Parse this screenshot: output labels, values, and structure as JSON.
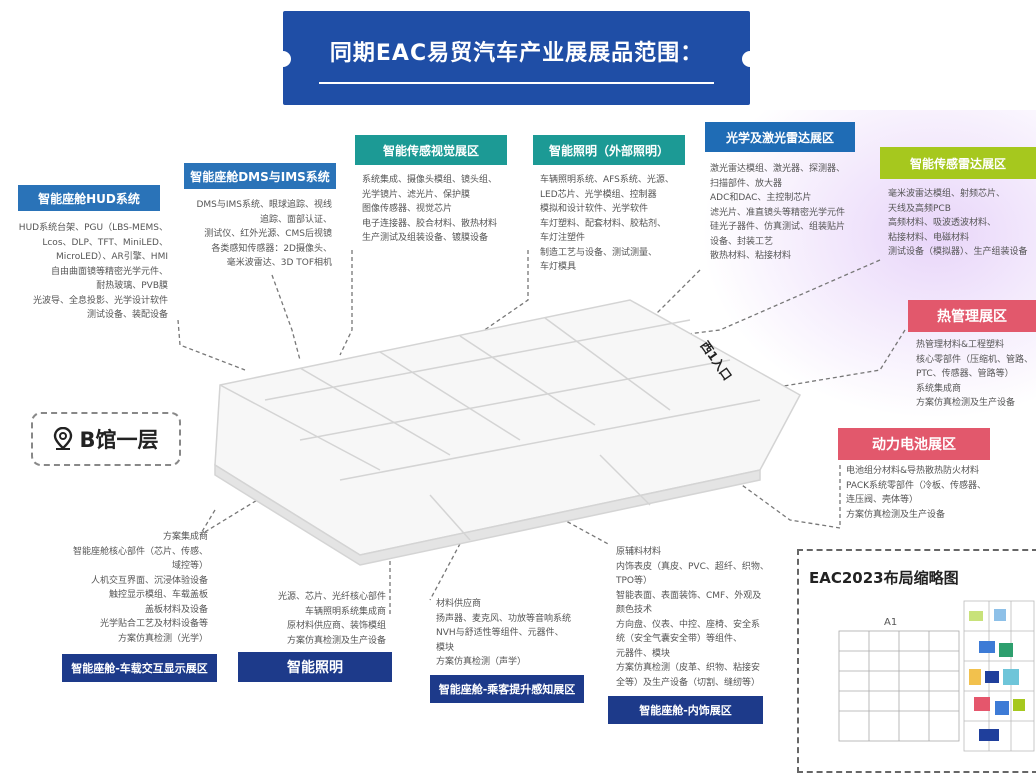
{
  "title": "同期EAC易贸汽车产业展展品范围：",
  "hall": "B馆一层",
  "entrance": "西1入口",
  "mini_map": {
    "title": "EAC2023布局缩略图",
    "hall_label": "A1"
  },
  "sections": [
    {
      "name": "hud",
      "label": "智能座舱HUD系统",
      "color": "#2a73b8",
      "items": [
        "HUD系统台架、PGU（LBS-MEMS、",
        "Lcos、DLP、TFT、MiniLED、",
        "MicroLED）、AR引擎、HMI",
        "自由曲面镜等精密光学元件、",
        "耐热玻璃、PVB膜",
        "光波导、全息投影、光学设计软件",
        "测试设备、装配设备"
      ]
    },
    {
      "name": "dms",
      "label": "智能座舱DMS与IMS系统",
      "color": "#2a73b8",
      "items": [
        "DMS与IMS系统、眼球追踪、视线",
        "追踪、面部认证、",
        "测试仪、红外光源、CMS后视镜",
        "各类感知传感器：2D摄像头、",
        "毫米波雷达、3D TOF相机"
      ]
    },
    {
      "name": "vision",
      "label": "智能传感视觉展区",
      "color": "#1c9a95",
      "items": [
        "系统集成、摄像头模组、镜头组、",
        "光学镜片、滤光片、保护膜",
        "图像传感器、视觉芯片",
        "电子连接器、胶合材料、散热材料",
        "生产测试及组装设备、镀膜设备"
      ]
    },
    {
      "name": "lighting_ext",
      "label": "智能照明（外部照明）",
      "color": "#1c9a95",
      "items": [
        "车辆照明系统、AFS系统、光源、",
        "LED芯片、光学模组、控制器",
        "模拟和设计软件、光学软件",
        "车灯塑料、配套材料、胶粘剂、",
        "车灯注塑件",
        "制造工艺与设备、测试测量、",
        "车灯模具"
      ]
    },
    {
      "name": "lidar",
      "label": "光学及激光雷达展区",
      "color": "#1f6cb5",
      "items": [
        "激光雷达模组、激光器、探测器、",
        "扫描部件、放大器",
        "ADC和DAC、主控制芯片",
        "滤光片、准直镜头等精密光学元件",
        "硅光子器件、仿真测试、组装贴片",
        "设备、封装工艺",
        "散热材料、粘接材料"
      ]
    },
    {
      "name": "sensing",
      "label": "智能传感雷达展区",
      "color": "#a6c81e",
      "items": [
        "毫米波雷达模组、射频芯片、",
        "天线及高频PCB",
        "高频材料、吸波透波材料、",
        "粘接材料、电磁材料",
        "测试设备（模拟器）、生产组装设备"
      ]
    },
    {
      "name": "thermal",
      "label": "热管理展区",
      "color": "#e2586c",
      "items": [
        "热管理材料&工程塑料",
        "核心零部件（压缩机、管路、",
        "PTC、传感器、管路等）",
        "系统集成商",
        "方案仿真检测及生产设备"
      ]
    },
    {
      "name": "battery",
      "label": "动力电池展区",
      "color": "#e2586c",
      "items": [
        "电池组分材料&导热散热防火材料",
        "PACK系统零部件（冷板、传感器、",
        "连压阀、壳体等）",
        "方案仿真检测及生产设备"
      ]
    },
    {
      "name": "display",
      "label": "智能座舱-车载交互显示展区",
      "color": "#1d3a8a",
      "items": [
        "方案集成商",
        "智能座舱核心部件（芯片、传感、",
        "域控等）",
        "人机交互界面、沉浸体验设备",
        "触控显示模组、车载盖板",
        "盖板材料及设备",
        "光学贴合工艺及材料设备等",
        "方案仿真检测（光学）"
      ]
    },
    {
      "name": "lighting",
      "label": "智能照明",
      "color": "#1d3a8a",
      "items": [
        "光源、芯片、光纤核心部件",
        "车辆照明系统集成商",
        "原材料供应商、装饰模组",
        "方案仿真检测及生产设备"
      ]
    },
    {
      "name": "acoustic",
      "label": "智能座舱-乘客提升感知展区",
      "color": "#1d3a8a",
      "items": [
        "材料供应商",
        "扬声器、麦克风、功放等音响系统",
        "NVH与舒适性等组件、元器件、",
        "模块",
        "方案仿真检测（声学）"
      ]
    },
    {
      "name": "interior",
      "label": "智能座舱-内饰展区",
      "color": "#1d3a8a",
      "items": [
        "原辅料材料",
        "内饰表皮（真皮、PVC、超纤、织物、",
        "TPO等）",
        "智能表面、表面装饰、CMF、外观及",
        "颜色技术",
        "方向盘、仪表、中控、座椅、安全系",
        "统（安全气囊安全带）等组件、",
        "元器件、模块",
        "方案仿真检测（皮革、织物、粘接安",
        "全等）及生产设备（切割、缝纫等）"
      ]
    }
  ]
}
